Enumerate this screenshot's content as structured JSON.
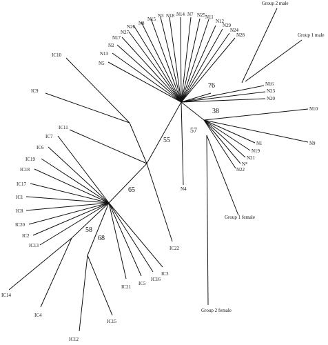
{
  "tree": {
    "leaves": [
      "N5",
      "N13",
      "N2",
      "N17",
      "N27",
      "N26",
      "N8",
      "N15",
      "N3",
      "N18",
      "N14",
      "N7",
      "N25",
      "N11",
      "N12",
      "N29",
      "N24",
      "N28",
      "N16",
      "N23",
      "N20",
      "N10",
      "N9",
      "N1",
      "N19",
      "N21",
      "N*",
      "N22",
      "N4",
      "IC10",
      "IC9",
      "IC11",
      "IC7",
      "IC6",
      "IC19",
      "IC18",
      "IC17",
      "IC1",
      "IC8",
      "IC20",
      "IC2",
      "IC13",
      "IC14",
      "IC4",
      "IC12",
      "IC15",
      "IC21",
      "IC5",
      "IC16",
      "IC3",
      "IC22"
    ],
    "support_values": [
      "76",
      "38",
      "57",
      "55",
      "65",
      "58",
      "68"
    ],
    "group_labels": [
      "Group 2 male",
      "Group 1 male",
      "Group 1 female",
      "Group 2 female"
    ]
  }
}
